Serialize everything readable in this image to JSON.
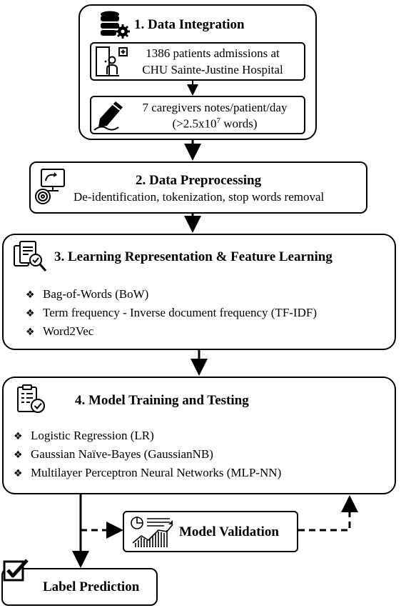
{
  "stage1": {
    "title": "1. Data Integration",
    "admissions_line1": "1386 patients admissions at",
    "admissions_line2": "CHU Sainte-Justine Hospital",
    "notes_line1": "7 caregivers notes/patient/day",
    "notes_line2_pre": "(>2.5x10",
    "notes_line2_sup": "7",
    "notes_line2_post": " words)"
  },
  "stage2": {
    "title": "2. Data Preprocessing",
    "desc": "De-identification, tokenization, stop words removal"
  },
  "stage3": {
    "title": "3. Learning Representation & Feature Learning",
    "items": [
      "Bag-of-Words (BoW)",
      "Term frequency - Inverse document frequency (TF-IDF)",
      "Word2Vec"
    ]
  },
  "stage4": {
    "title": "4. Model Training and Testing",
    "items": [
      "Logistic Regression (LR)",
      "Gaussian Naïve-Bayes (GaussianNB)",
      "Multilayer Perceptron Neural Networks (MLP-NN)"
    ]
  },
  "validation": {
    "label": "Model Validation"
  },
  "prediction": {
    "label": "Label Prediction"
  },
  "bullet_glyph": "❖"
}
